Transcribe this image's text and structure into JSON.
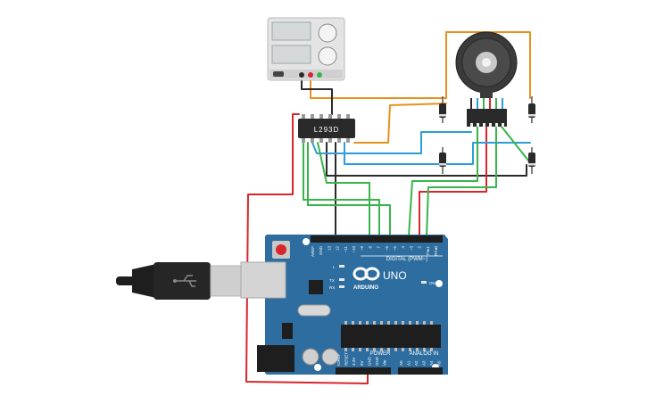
{
  "circuit": {
    "driver_chip": {
      "label": "L293D"
    },
    "arduino": {
      "logo_text": "ARDUINO",
      "model": "UNO",
      "header_digital": "DIGITAL (PWM~)",
      "header_power": "POWER",
      "header_analog": "ANALOG IN",
      "on_label": "ON",
      "led_l": "L",
      "led_tx": "TX",
      "led_rx": "RX",
      "digital_pins": [
        "AREF",
        "GND",
        "13",
        "12",
        "~11",
        "~10",
        "~9",
        "8",
        "7",
        "~6",
        "~5",
        "4",
        "~3",
        "2",
        "TX▸1",
        "RX◂0"
      ],
      "power_pins": [
        "IOREF",
        "RESET",
        "3.3V",
        "5V",
        "GND",
        "GND",
        "Vin"
      ],
      "analog_pins": [
        "A0",
        "A1",
        "A2",
        "A3",
        "A4",
        "A5"
      ]
    },
    "power_supply": {
      "name": "DC power supply"
    },
    "motor": {
      "name": "stepper motor"
    },
    "colors": {
      "wire_orange": "#e8901c",
      "wire_red": "#d8262b",
      "wire_black": "#2a2a2a",
      "wire_blue": "#2d9cd8",
      "wire_green": "#38b54a",
      "board_blue": "#2d6d9f",
      "chip_dark": "#2a2a2a"
    },
    "icons": [
      "usb-plug-icon",
      "diode-icon",
      "reset-button-icon"
    ]
  }
}
